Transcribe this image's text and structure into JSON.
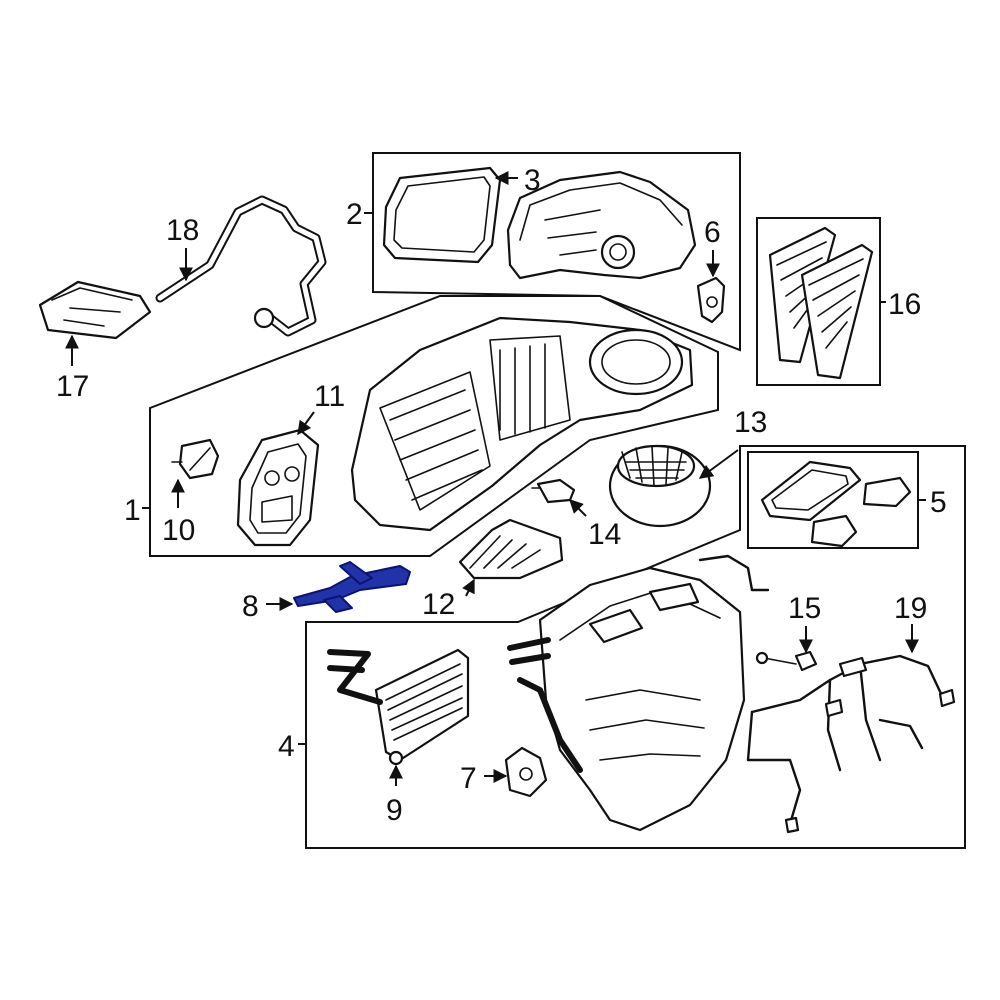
{
  "callouts": {
    "c1": "1",
    "c2": "2",
    "c3": "3",
    "c4": "4",
    "c5": "5",
    "c6": "6",
    "c7": "7",
    "c8": "8",
    "c9": "9",
    "c10": "10",
    "c11": "11",
    "c12": "12",
    "c13": "13",
    "c14": "14",
    "c15": "15",
    "c16": "16",
    "c17": "17",
    "c18": "18",
    "c19": "19"
  },
  "colors": {
    "highlight": "#2233aa",
    "line": "#111111",
    "background": "#ffffff"
  },
  "highlighted_part": "8"
}
